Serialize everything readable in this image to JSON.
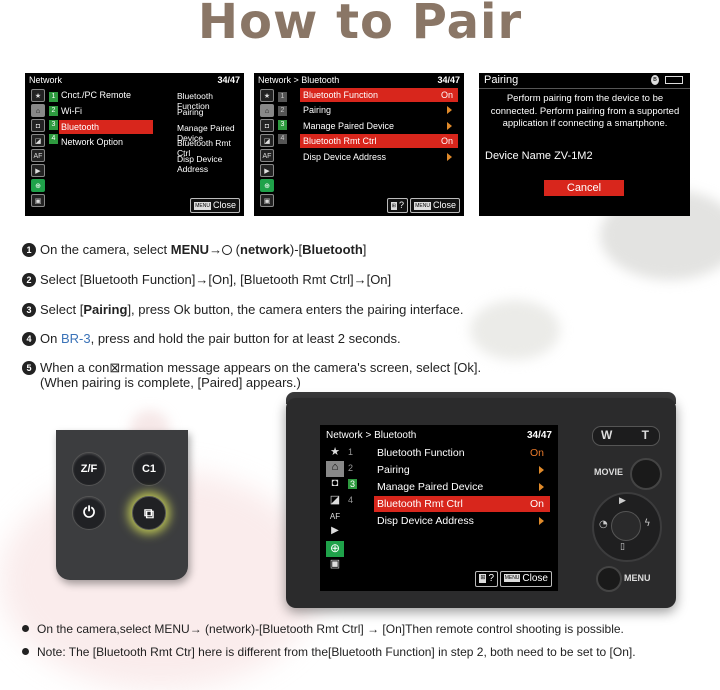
{
  "title": "How to Pair",
  "screen1": {
    "header": "Network",
    "page": "34/47",
    "menu": [
      {
        "num": "1",
        "label": "Cnct./PC Remote"
      },
      {
        "num": "2",
        "label": "Wi-Fi"
      },
      {
        "num": "3",
        "label": "Bluetooth"
      },
      {
        "num": "4",
        "label": "Network Option"
      }
    ],
    "submenu": [
      "Bluetooth Function",
      "Pairing",
      "Manage Paired Device",
      "Bluetooth Rmt Ctrl",
      "Disp Device Address"
    ],
    "close": "Close",
    "menu_badge": "MENU"
  },
  "screen2": {
    "header": "Network > Bluetooth",
    "page": "34/47",
    "rows": [
      {
        "label": "Bluetooth Function",
        "value": "On"
      },
      {
        "label": "Pairing",
        "value": ""
      },
      {
        "label": "Manage Paired Device",
        "value": ""
      },
      {
        "label": "Bluetooth Rmt Ctrl",
        "value": "On"
      },
      {
        "label": "Disp Device Address",
        "value": ""
      }
    ],
    "help": "?",
    "close": "Close",
    "menu_badge": "MENU"
  },
  "screen3": {
    "header": "Pairing",
    "message": "Perform pairing from the device to be connected. Perform pairing from a supported application if connecting a smartphone.",
    "device_name": "Device Name ZV-1M2",
    "cancel": "Cancel"
  },
  "steps": [
    {
      "n": "1",
      "parts": [
        "On the camera, select ",
        "MENU",
        "→",
        " (",
        "network",
        ")-[",
        "Bluetooth",
        "]"
      ]
    },
    {
      "n": "2",
      "text": "Select [Bluetooth Function]→[On], [Bluetooth Rmt Ctrl]→[On]"
    },
    {
      "n": "3",
      "pre": "Select [",
      "bold": "Pairing",
      "post": "], press Ok button, the camera enters the pairing interface."
    },
    {
      "n": "4",
      "pre": "On ",
      "blue": "BR-3",
      "post": ", press and hold the pair button for at least 2 seconds."
    },
    {
      "n": "5",
      "line1": "When a con⊠rmation message appears on the camera's screen, select [Ok].",
      "line2": "(When pairing is complete, [Paired] appears.)"
    }
  ],
  "remote": {
    "buttons": [
      "Z/F",
      "C1",
      "⏻",
      "⧉"
    ]
  },
  "camera": {
    "header": "Network > Bluetooth",
    "page": "34/47",
    "rows": [
      {
        "label": "Bluetooth Function",
        "value": "On"
      },
      {
        "label": "Pairing",
        "value": ""
      },
      {
        "label": "Manage Paired Device",
        "value": ""
      },
      {
        "label": "Bluetooth Rmt Ctrl",
        "value": "On"
      },
      {
        "label": "Disp Device Address",
        "value": ""
      }
    ],
    "help": "?",
    "close": "Close",
    "menu_badge": "MENU",
    "movie_label": "MOVIE",
    "menu_label": "MENU",
    "zoom_w": "W",
    "zoom_t": "T"
  },
  "notes": [
    "On the camera,select MENU→ (network)-[Bluetooth Rmt Ctrl] → [On]Then remote control shooting is possible.",
    "Note: The [Bluetooth Rmt Ctr] here is different from the[Bluetooth Function] in step 2, both need to be set to [On]."
  ],
  "colors": {
    "title": "#8a7666",
    "highlight": "#d8261c",
    "accent_blue": "#3b73b8",
    "on_value": "#e8792a"
  }
}
